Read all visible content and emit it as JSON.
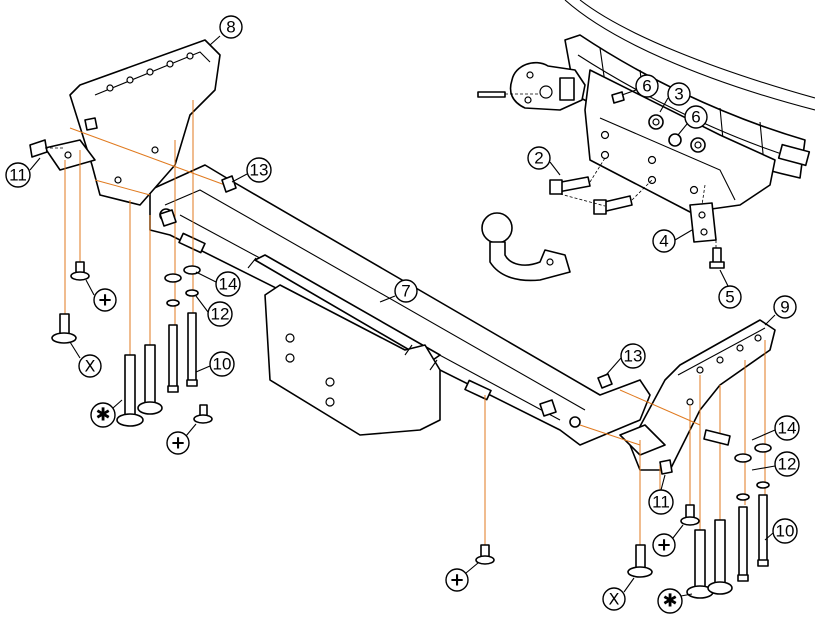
{
  "callouts": {
    "c2": "2",
    "c3": "3",
    "c4": "4",
    "c5": "5",
    "c6a": "6",
    "c6b": "6",
    "c7": "7",
    "c8": "8",
    "c9": "9",
    "c10a": "10",
    "c10b": "10",
    "c11a": "11",
    "c11b": "11",
    "c12a": "12",
    "c12b": "12",
    "c13a": "13",
    "c13b": "13",
    "c14a": "14",
    "c14b": "14"
  },
  "symbols": {
    "plus": "+",
    "cross": "X",
    "star": "✱"
  },
  "colors": {
    "guide_line": "#E07A1F",
    "line": "#000000"
  }
}
